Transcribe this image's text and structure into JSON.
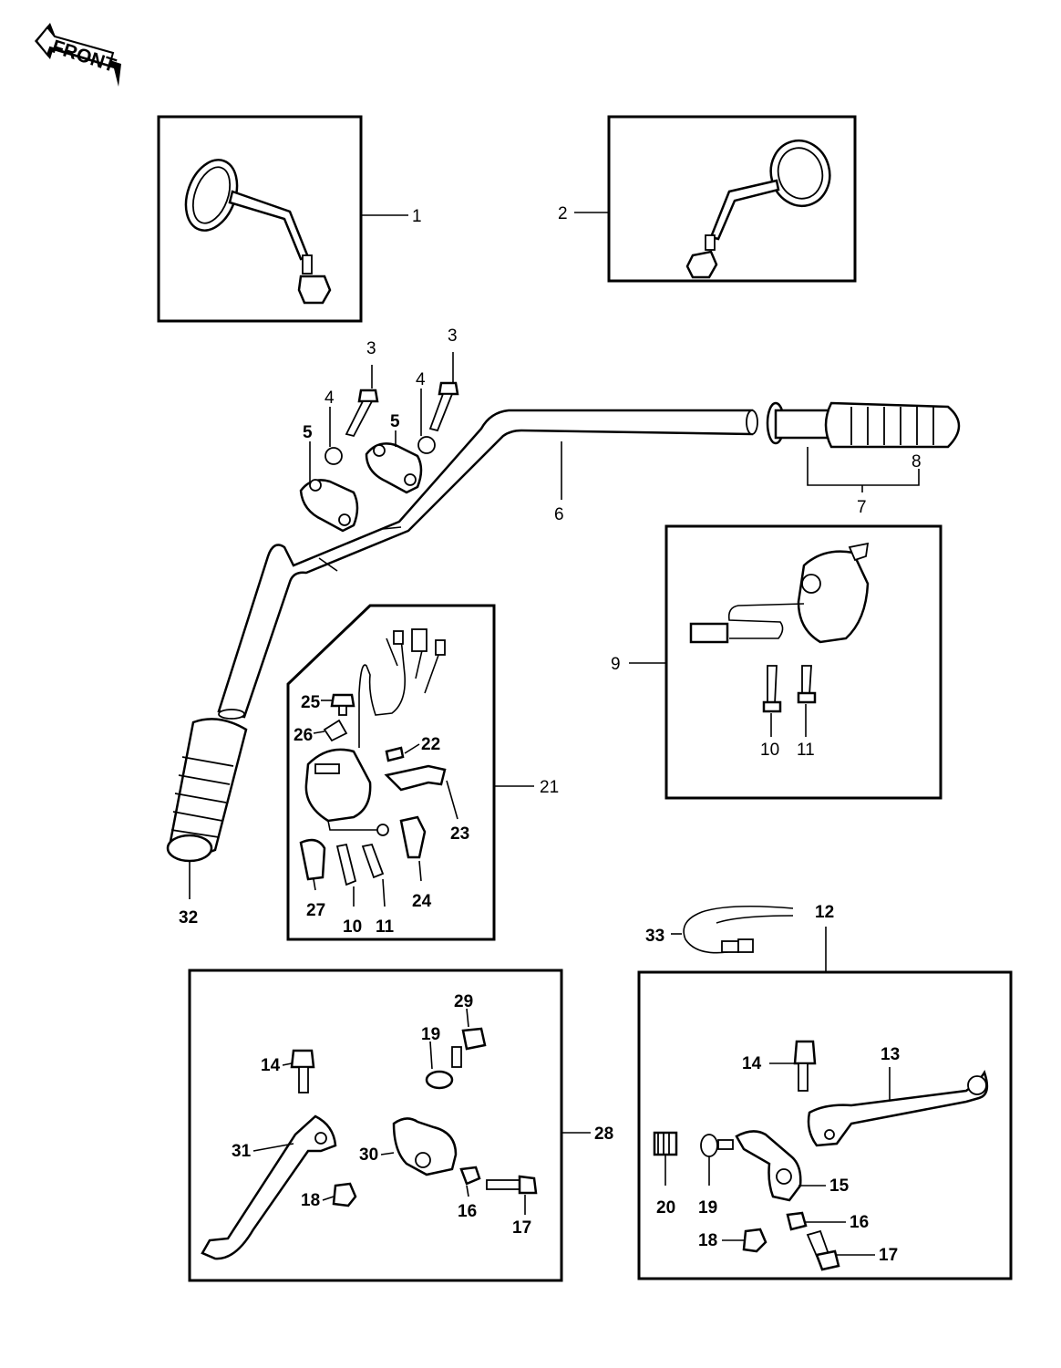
{
  "front_label": "FRONT",
  "callouts": {
    "c1": "1",
    "c2": "2",
    "c3a": "3",
    "c3b": "3",
    "c4a": "4",
    "c4b": "4",
    "c5a": "5",
    "c5b": "5",
    "c6": "6",
    "c7": "7",
    "c8": "8",
    "c9": "9",
    "c10a": "10",
    "c11a": "11",
    "c10b": "10",
    "c11b": "11",
    "c12": "12",
    "c13": "13",
    "c14a": "14",
    "c14b": "14",
    "c15": "15",
    "c16a": "16",
    "c16b": "16",
    "c17a": "17",
    "c17b": "17",
    "c18a": "18",
    "c18b": "18",
    "c19a": "19",
    "c19b": "19",
    "c20": "20",
    "c21": "21",
    "c22": "22",
    "c23": "23",
    "c24": "24",
    "c25": "25",
    "c26": "26",
    "c27": "27",
    "c28": "28",
    "c29": "29",
    "c30": "30",
    "c31": "31",
    "c32": "32",
    "c33": "33"
  }
}
